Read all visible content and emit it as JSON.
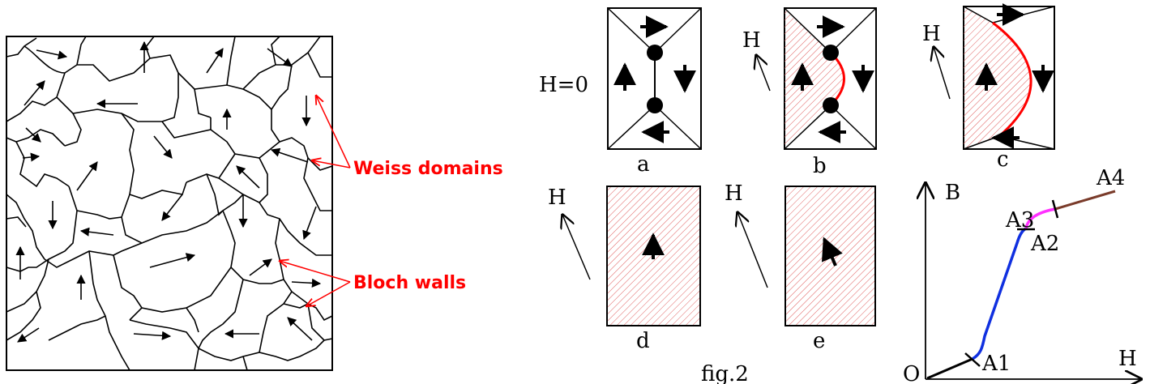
{
  "colors": {
    "annotation": "#ff0000",
    "hatch": "#e06060",
    "wall": "#ff0000",
    "curve_a1_a2": "#1030e0",
    "curve_a2_a3": "#ff30ff",
    "curve_a3_a4": "#7a3b2a",
    "ink": "#000000"
  },
  "left_figure": {
    "annotations": {
      "weiss": "Weiss domains",
      "bloch": "Bloch walls"
    }
  },
  "domain_panels": {
    "h_zero": "H=0",
    "h": "H",
    "labels": {
      "a": "a",
      "b": "b",
      "c": "c",
      "d": "d",
      "e": "e"
    }
  },
  "caption": "fig.2",
  "bh_graph": {
    "axis_y": "B",
    "axis_x": "H",
    "origin": "O",
    "points": [
      "A1",
      "A2",
      "A3",
      "A4"
    ]
  }
}
